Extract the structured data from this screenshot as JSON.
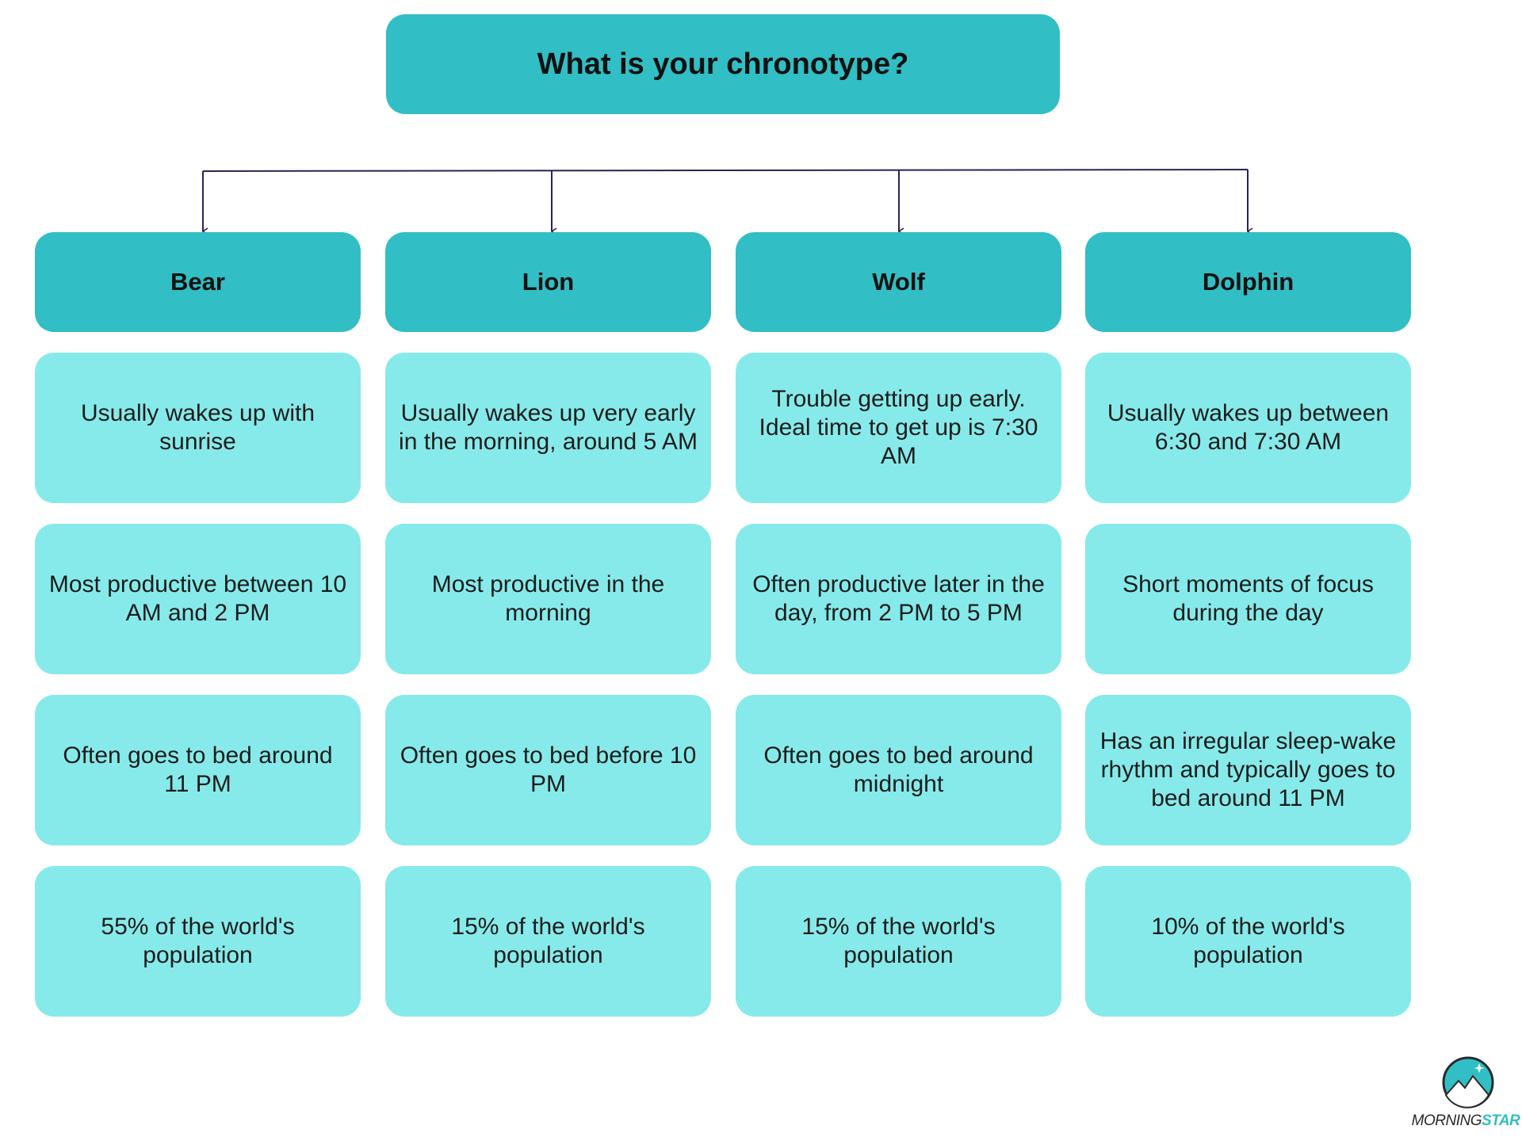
{
  "title": "What is your chronotype?",
  "columns": [
    {
      "name": "Bear",
      "cells": [
        "Usually wakes up with sunrise",
        "Most productive between 10 AM and 2 PM",
        "Often goes to bed around 11 PM",
        "55% of the world's population"
      ]
    },
    {
      "name": "Lion",
      "cells": [
        "Usually wakes up very early in the morning, around 5 AM",
        "Most productive in the morning",
        "Often goes to bed before 10 PM",
        "15% of the world's population"
      ]
    },
    {
      "name": "Wolf",
      "cells": [
        "Trouble getting up early. Ideal time to get up is 7:30 AM",
        "Often productive later in the day, from 2 PM to 5 PM",
        "Often goes to bed around midnight",
        "15% of the world's population"
      ]
    },
    {
      "name": "Dolphin",
      "cells": [
        "Usually wakes up between 6:30 and 7:30 AM",
        "Short moments of focus during the day",
        "Has an irregular sleep-wake rhythm and typically goes to bed around 11 PM",
        "10% of the world's population"
      ]
    }
  ],
  "logo": {
    "text_part1": "MORNING",
    "text_part2": "STAR"
  },
  "colors": {
    "header": "#31bec4",
    "cell": "#86eaea",
    "connector": "#2b2350"
  }
}
